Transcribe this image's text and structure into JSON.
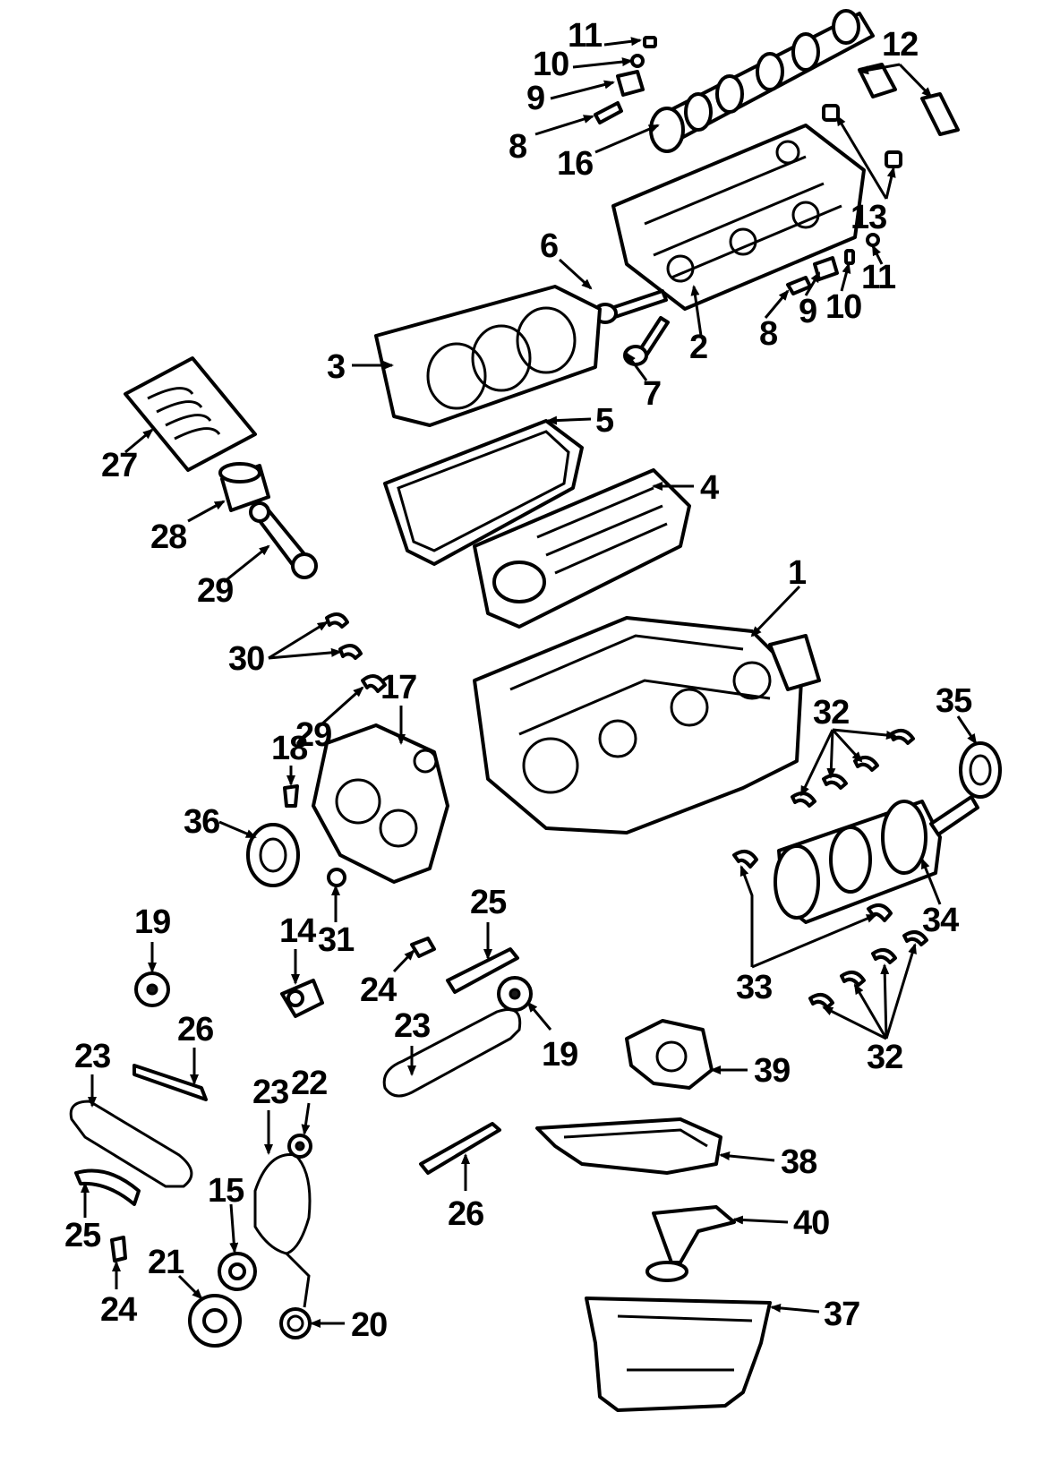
{
  "diagram": {
    "colors": {
      "ink": "#000000",
      "paper": "#ffffff"
    },
    "callouts": {
      "c1": "1",
      "c2": "2",
      "c3": "3",
      "c4": "4",
      "c5": "5",
      "c6": "6",
      "c7": "7",
      "c8a": "8",
      "c8b": "8",
      "c9a": "9",
      "c9b": "9",
      "c10a": "10",
      "c10b": "10",
      "c11a": "11",
      "c11b": "11",
      "c12": "12",
      "c13": "13",
      "c14": "14",
      "c15": "15",
      "c16": "16",
      "c17": "17",
      "c18": "18",
      "c19a": "19",
      "c19b": "19",
      "c20": "20",
      "c21": "21",
      "c22": "22",
      "c23a": "23",
      "c23b": "23",
      "c23c": "23",
      "c24a": "24",
      "c24b": "24",
      "c25a": "25",
      "c25b": "25",
      "c26a": "26",
      "c26b": "26",
      "c27": "27",
      "c28": "28",
      "c29a": "29",
      "c29b": "29",
      "c30": "30",
      "c31": "31",
      "c32a": "32",
      "c32b": "32",
      "c33": "33",
      "c34": "34",
      "c35": "35",
      "c36": "36",
      "c37": "37",
      "c38": "38",
      "c39": "39",
      "c40": "40"
    }
  }
}
